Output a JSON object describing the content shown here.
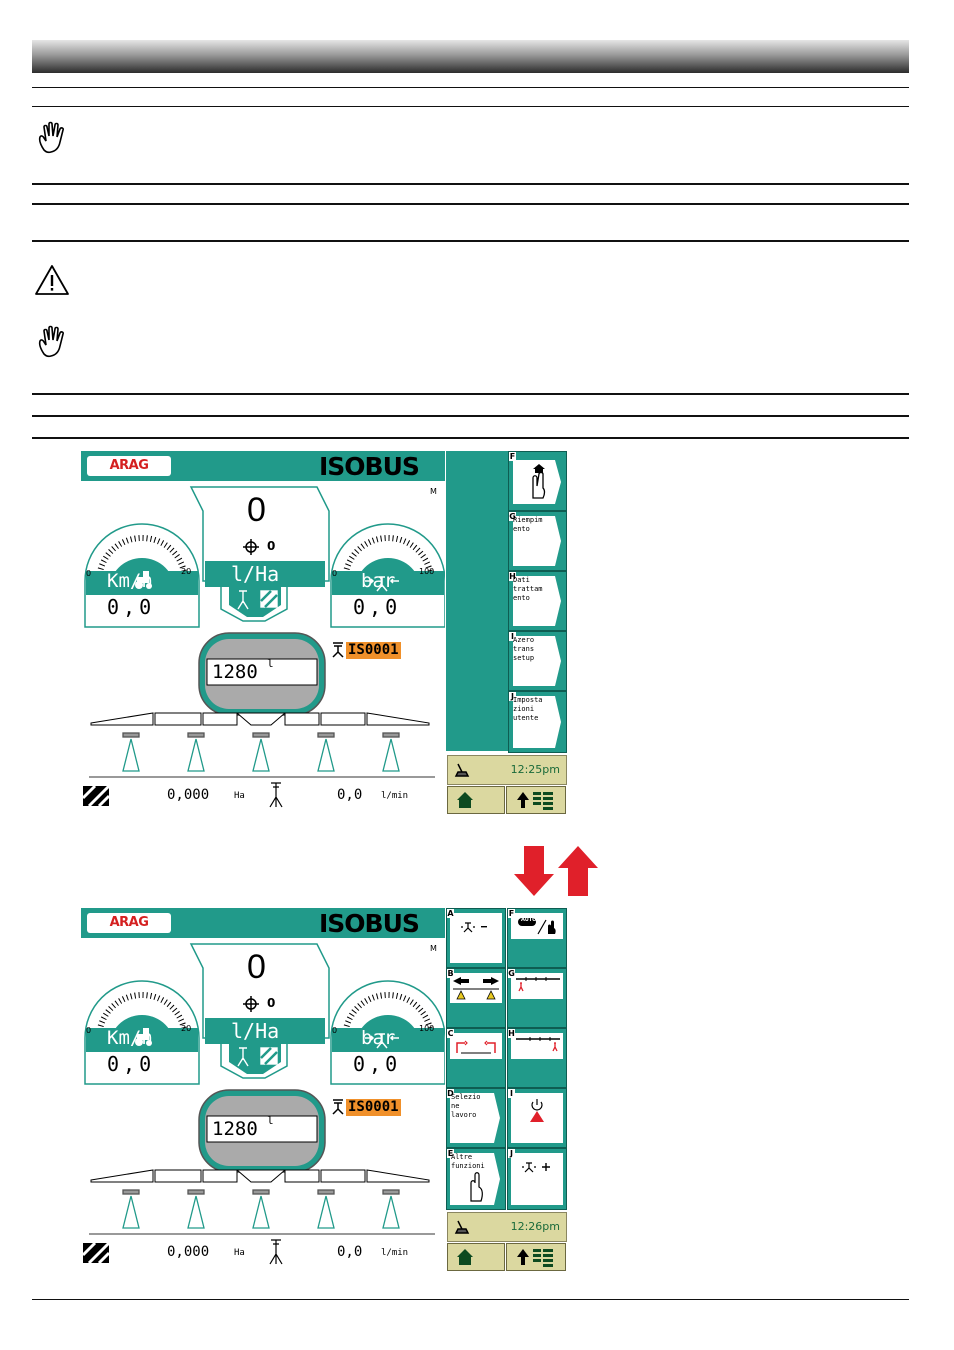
{
  "screens": [
    {
      "brand": "ARAG",
      "title": "ISOBUS",
      "mode": "M",
      "rate_value": "0",
      "rate_sub": "0",
      "rate_unit": "l/Ha",
      "speed": {
        "unit": "Km/h",
        "min": "0",
        "max": "20",
        "value": "0,0"
      },
      "pressure": {
        "unit": "bar",
        "min": "0",
        "max": "100",
        "value": "0,0"
      },
      "tank_value": "1280",
      "tank_unit": "l",
      "job_code": "IS0001",
      "area": "0,000",
      "area_unit": "Ha",
      "flow": "0,0",
      "flow_unit": "l/min",
      "time": "12:25pm",
      "softkeys": [
        {
          "letter": "F",
          "label": "",
          "icon": "home-hand-icon"
        },
        {
          "letter": "G",
          "label": "Riempim\nento"
        },
        {
          "letter": "H",
          "label": "Dati\ntrattam\nento"
        },
        {
          "letter": "I",
          "label": "Azero\ntrans\nsetup"
        },
        {
          "letter": "J",
          "label": "Imposta\nzioni\nutente"
        }
      ]
    },
    {
      "brand": "ARAG",
      "title": "ISOBUS",
      "mode": "M",
      "rate_value": "0",
      "rate_sub": "0",
      "rate_unit": "l/Ha",
      "speed": {
        "unit": "Km/h",
        "min": "0",
        "max": "20",
        "value": "0,0"
      },
      "pressure": {
        "unit": "bar",
        "min": "0",
        "max": "100",
        "value": "0,0"
      },
      "tank_value": "1280",
      "tank_unit": "l",
      "job_code": "IS0001",
      "area": "0,000",
      "area_unit": "Ha",
      "flow": "0,0",
      "flow_unit": "l/min",
      "time": "12:26pm",
      "softkeys_left": [
        {
          "letter": "A",
          "label": "",
          "icon": "rate-minus-icon"
        },
        {
          "letter": "B",
          "label": "",
          "icon": "boom-fold-icon"
        },
        {
          "letter": "C",
          "label": "",
          "icon": "boom-level-icon"
        },
        {
          "letter": "D",
          "label": "Selezio\nne\nlavoro"
        },
        {
          "letter": "E",
          "label": "Altre\nfunzioni"
        }
      ],
      "softkeys_right": [
        {
          "letter": "F",
          "label": "",
          "icon": "auto-manual-icon",
          "badge": "AUTO"
        },
        {
          "letter": "G",
          "label": "",
          "icon": "left-section-icon"
        },
        {
          "letter": "H",
          "label": "",
          "icon": "right-section-icon"
        },
        {
          "letter": "I",
          "label": "",
          "icon": "main-valve-icon"
        },
        {
          "letter": "J",
          "label": "",
          "icon": "rate-plus-icon"
        }
      ]
    }
  ],
  "colors": {
    "teal": "#219a8a",
    "orange": "#f0902a",
    "red": "#e0202a",
    "status": "#dbd8a0"
  }
}
